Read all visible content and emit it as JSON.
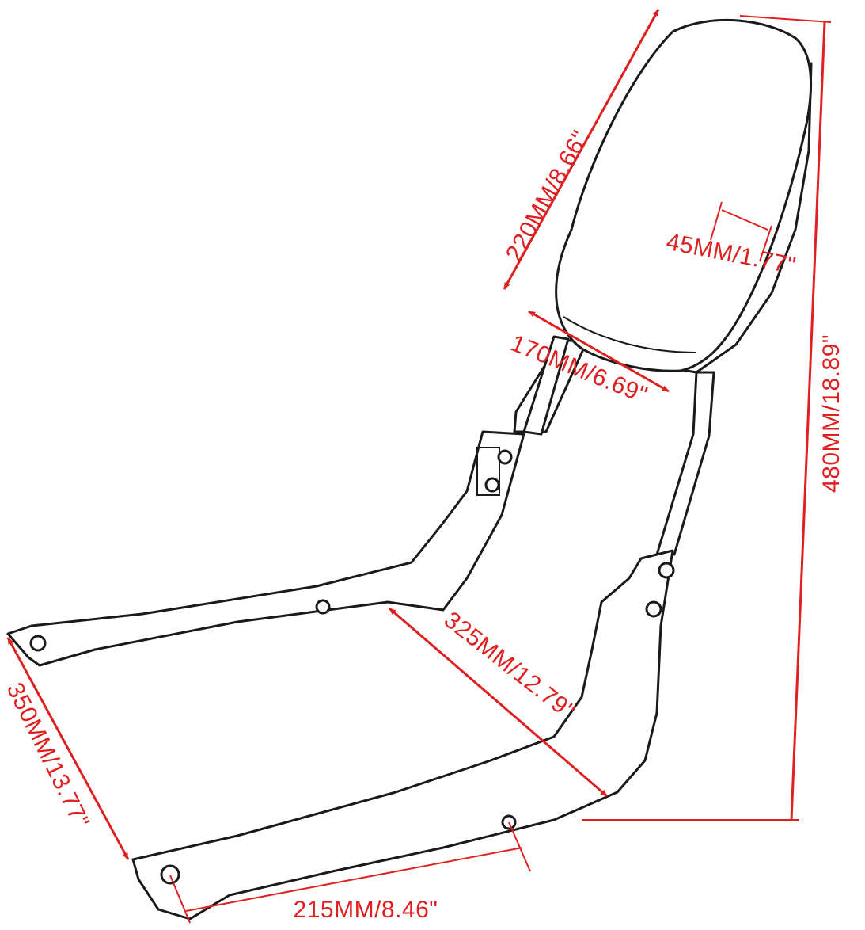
{
  "colors": {
    "dimension": "#e02020",
    "outline": "#1a1a1a",
    "background": "#ffffff"
  },
  "dimensions": {
    "pad_height": "220MM/8.66\"",
    "pad_thickness": "45MM/1.77\"",
    "pad_width": "170MM/6.69\"",
    "total_height": "480MM/18.89\"",
    "side_plate_length": "325MM/12.79\"",
    "mount_spacing_side": "350MM/13.77\"",
    "mount_spacing_bottom": "215MM/8.46\""
  }
}
